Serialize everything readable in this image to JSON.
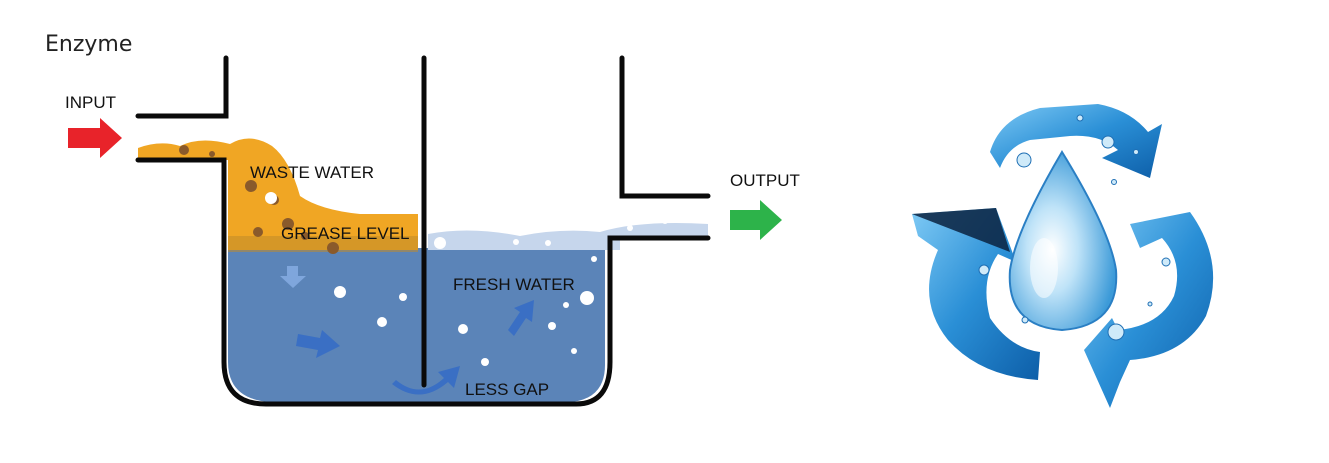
{
  "title": "Enzyme",
  "labels": {
    "input": "INPUT",
    "output": "OUTPUT",
    "waste_water": "WASTE WATER",
    "grease_level": "GREASE LEVEL",
    "fresh_water": "FRESH WATER",
    "less_gap": "LESS GAP"
  },
  "colors": {
    "wall": "#0a0a0a",
    "grease": "#f0a624",
    "water": "#5b84b8",
    "water_light": "#c6d6ec",
    "input_arrow": "#e8232a",
    "output_arrow": "#2db34a",
    "flow_arrow": "#3a6fc4",
    "recycle_blue": "#2a8fd6",
    "drop_blue": "#5fb3e8"
  },
  "icons": {
    "input_arrow": "arrow-right-icon",
    "output_arrow": "arrow-right-icon",
    "recycle": "recycle-water-drop-icon"
  }
}
